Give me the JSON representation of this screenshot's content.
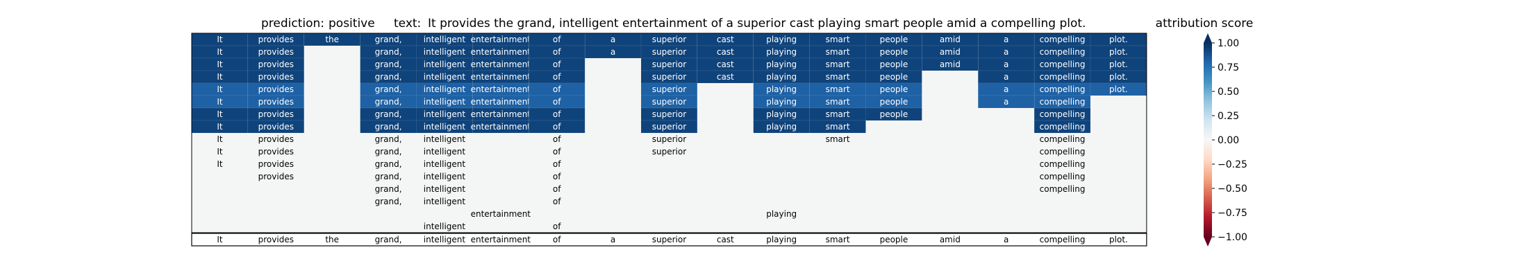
{
  "title": {
    "prediction_label": "prediction:",
    "prediction_value": "positive",
    "text_label": "text:",
    "text_value": "It provides the grand, intelligent entertainment of a superior cast playing smart people amid a compelling plot."
  },
  "colorbar": {
    "title": "attribution score",
    "ticks": [
      "1.00",
      "0.75",
      "0.50",
      "0.25",
      "0.00",
      "−0.25",
      "−0.50",
      "−0.75",
      "−1.00"
    ],
    "range": [
      -1,
      1
    ],
    "colors": [
      "#67001f",
      "#b2182b",
      "#d6604d",
      "#f4a582",
      "#fddbc7",
      "#f7f7f7",
      "#d1e5f0",
      "#92c5de",
      "#4393c3",
      "#2166ac",
      "#053061"
    ]
  },
  "chart_data": {
    "type": "heatmap",
    "tokens": [
      "It",
      "provides",
      "the",
      "grand,",
      "intelligent",
      "entertainment",
      "of",
      "a",
      "superior",
      "cast",
      "playing",
      "smart",
      "people",
      "amid",
      "a",
      "compelling",
      "plot."
    ],
    "background_color": "#f4f6f6",
    "rows": [
      [
        0.93,
        0.93,
        0.93,
        0.93,
        0.93,
        0.93,
        0.93,
        0.93,
        0.93,
        0.93,
        0.93,
        0.93,
        0.93,
        0.93,
        0.93,
        0.93,
        0.93
      ],
      [
        0.93,
        0.93,
        null,
        0.93,
        0.93,
        0.93,
        0.93,
        0.93,
        0.93,
        0.93,
        0.93,
        0.93,
        0.93,
        0.93,
        0.93,
        0.93,
        0.93
      ],
      [
        0.93,
        0.93,
        null,
        0.93,
        0.93,
        0.93,
        0.93,
        null,
        0.93,
        0.93,
        0.93,
        0.93,
        0.93,
        0.93,
        0.93,
        0.93,
        0.93
      ],
      [
        0.93,
        0.93,
        null,
        0.93,
        0.93,
        0.93,
        0.93,
        null,
        0.93,
        0.93,
        0.93,
        0.93,
        0.93,
        null,
        0.93,
        0.93,
        0.93
      ],
      [
        0.82,
        0.82,
        null,
        0.82,
        0.82,
        0.82,
        0.82,
        null,
        0.82,
        null,
        0.82,
        0.82,
        0.82,
        null,
        0.82,
        0.82,
        0.82
      ],
      [
        0.82,
        0.82,
        null,
        0.82,
        0.82,
        0.82,
        0.82,
        null,
        0.82,
        null,
        0.82,
        0.82,
        0.82,
        null,
        0.82,
        0.82,
        null
      ],
      [
        0.93,
        0.93,
        null,
        0.93,
        0.93,
        0.93,
        0.93,
        null,
        0.93,
        null,
        0.93,
        0.93,
        0.93,
        null,
        null,
        0.93,
        null
      ],
      [
        0.93,
        0.93,
        null,
        0.93,
        0.93,
        0.93,
        0.93,
        null,
        0.93,
        null,
        0.93,
        0.93,
        null,
        null,
        null,
        0.93,
        null
      ],
      [
        0,
        0,
        null,
        0,
        0,
        null,
        0,
        null,
        0,
        null,
        null,
        0,
        null,
        null,
        null,
        0,
        null
      ],
      [
        0,
        0,
        null,
        0,
        0,
        null,
        0,
        null,
        0,
        null,
        null,
        null,
        null,
        null,
        null,
        0,
        null
      ],
      [
        0,
        0,
        null,
        0,
        0,
        null,
        0,
        null,
        null,
        null,
        null,
        null,
        null,
        null,
        null,
        0,
        null
      ],
      [
        null,
        0,
        null,
        0,
        0,
        null,
        0,
        null,
        null,
        null,
        null,
        null,
        null,
        null,
        null,
        0,
        null
      ],
      [
        null,
        null,
        null,
        0,
        0,
        null,
        0,
        null,
        null,
        null,
        null,
        null,
        null,
        null,
        null,
        0,
        null
      ],
      [
        null,
        null,
        null,
        0,
        0,
        null,
        0,
        null,
        null,
        null,
        null,
        null,
        null,
        null,
        null,
        null,
        null
      ],
      [
        null,
        null,
        null,
        null,
        null,
        0,
        null,
        null,
        null,
        null,
        0,
        null,
        null,
        null,
        null,
        null,
        null
      ],
      [
        null,
        null,
        null,
        null,
        0,
        null,
        0,
        null,
        null,
        null,
        null,
        null,
        null,
        null,
        null,
        null,
        null
      ]
    ]
  }
}
